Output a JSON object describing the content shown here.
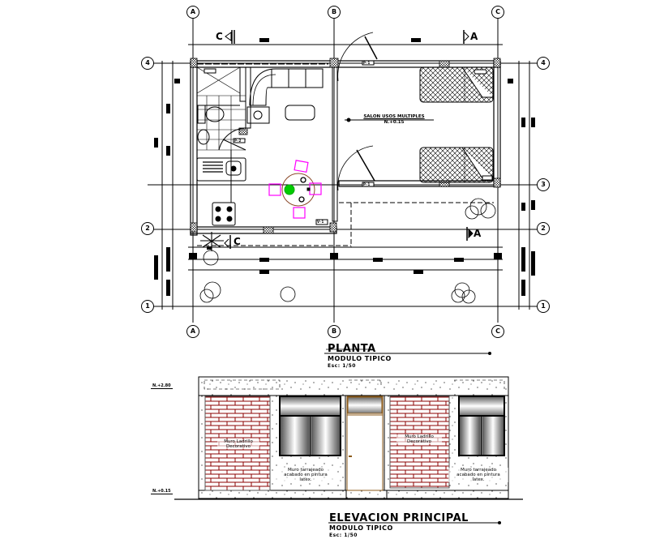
{
  "drawing": {
    "plan": {
      "title": "PLANTA",
      "subtitle": "MODULO TIPICO",
      "scale": "Esc: 1/50"
    },
    "elevation": {
      "title": "ELEVACION PRINCIPAL",
      "subtitle": "MODULO TIPICO",
      "scale": "Esc: 1/50"
    },
    "room_label": {
      "name": "SALON USOS MULTIPLES",
      "level": "N.+0.15"
    },
    "grid_axes": {
      "columns": [
        "A",
        "B",
        "C"
      ],
      "rows": [
        "4",
        "3",
        "2",
        "1"
      ]
    },
    "section_marks": [
      "C",
      "C",
      "A",
      "A"
    ],
    "door_tags": [
      "P-1",
      "P-1",
      "P-2",
      "V-1"
    ],
    "elevation_levels": {
      "top": "N.+2.80",
      "bottom": "N.+0.15"
    },
    "elevation_notes": {
      "brick_left": "Muro Ladrillo\nDecorativo",
      "brick_right": "Muro Ladrillo\nDecorativo",
      "plaster_left": "Muro tarrajeado\nacabado en pintura\nlatex.",
      "plaster_right": "Muro tarrajeado\nacabado en pintura\nlatex."
    },
    "colors": {
      "lines": "#000000",
      "dining_chairs": "#ff00ff",
      "dining_table": "#8b4a2b",
      "plant": "#00cc00",
      "brick_mortar": "#8b0000",
      "door_frame": "#8b5a1a",
      "chair_accent": "#00ffff"
    }
  }
}
